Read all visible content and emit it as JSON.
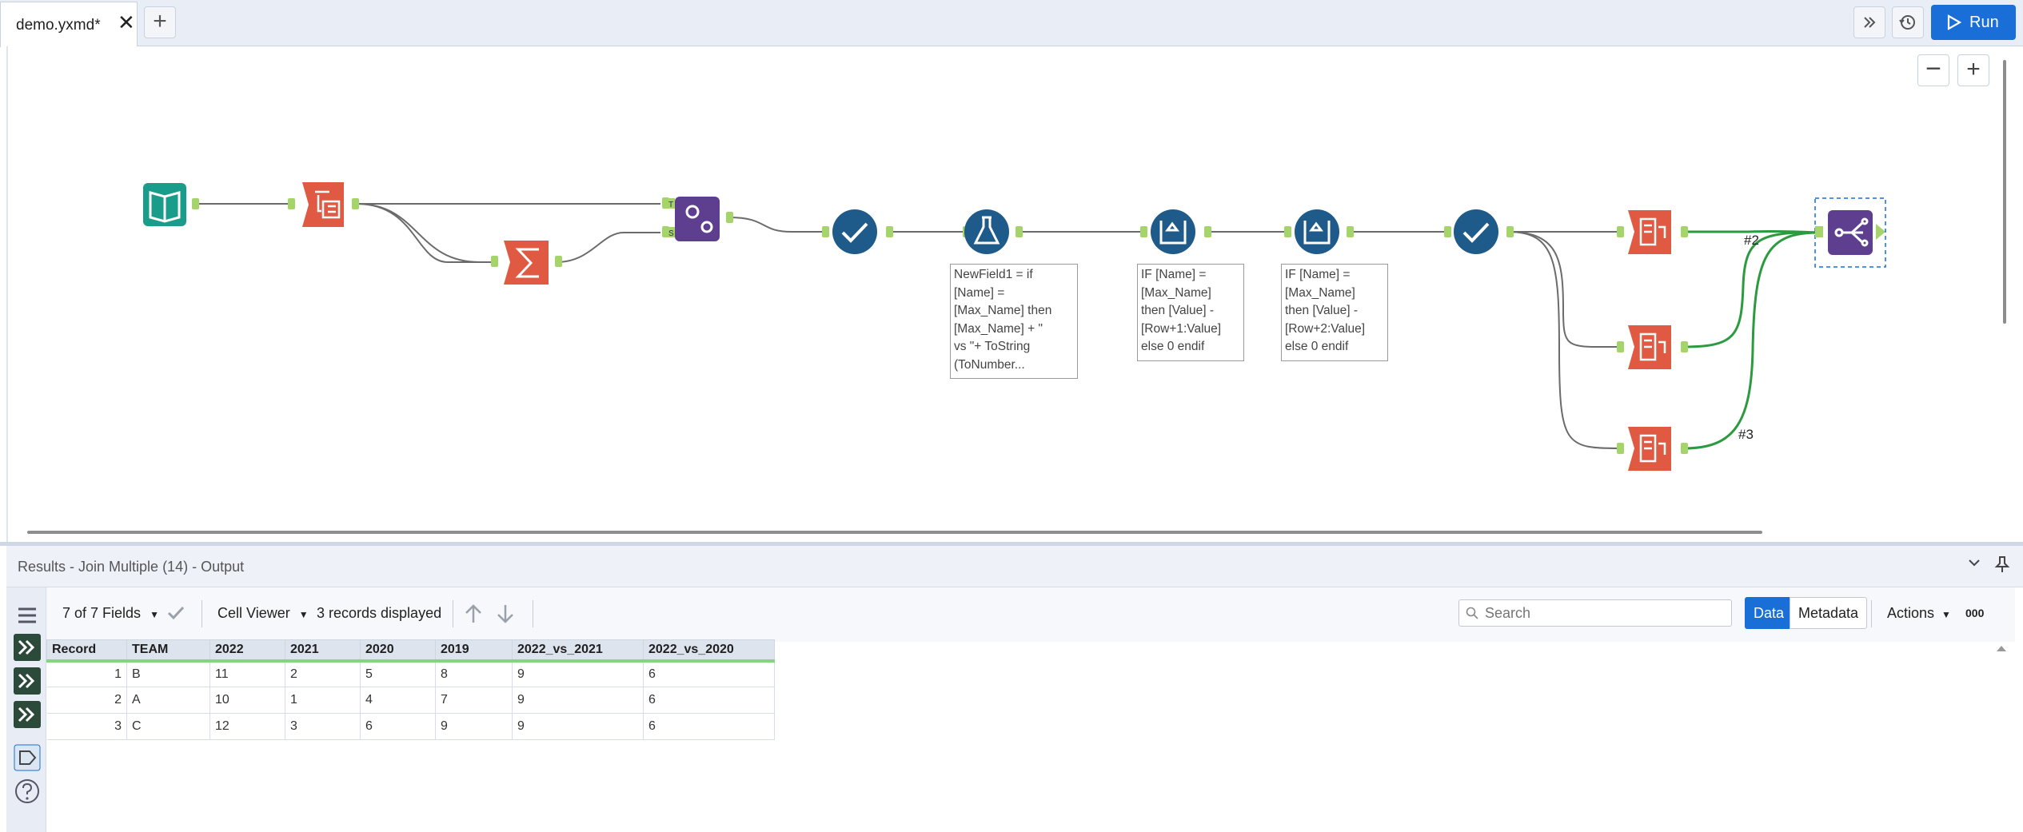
{
  "tab": {
    "title": "demo.yxmd*",
    "close": "✕",
    "new_tab": "+"
  },
  "toolbar": {
    "run_label": "Run"
  },
  "canvas": {
    "zoom_out": "−",
    "zoom_in": "+",
    "notes": [
      "NewField1 = if\n[Name] =\n[Max_Name] then\n[Max_Name] + \"\nvs \"+  ToString\n(ToNumber...",
      "IF [Name] =\n[Max_Name]\nthen [Value] -\n[Row+1:Value]\nelse 0 endif",
      "IF [Name] =\n[Max_Name]\nthen [Value] -\n[Row+2:Value]\nelse 0 endif"
    ],
    "join_labels": {
      "top": "#2",
      "bottom": "#3"
    },
    "tools": [
      {
        "name": "input-data-icon",
        "color": "#1a9c8b"
      },
      {
        "name": "transpose-icon",
        "color": "#e05a43"
      },
      {
        "name": "summarize-icon",
        "color": "#e05a43"
      },
      {
        "name": "append-fields-icon",
        "color": "#5e3f8f"
      },
      {
        "name": "select-icon",
        "color": "#1e5a8a"
      },
      {
        "name": "formula-icon",
        "color": "#1e5a8a"
      },
      {
        "name": "multi-row-formula-icon",
        "color": "#1e5a8a"
      },
      {
        "name": "crosstab-icon",
        "color": "#e05a43"
      },
      {
        "name": "join-multiple-icon",
        "color": "#5e3f8f"
      }
    ]
  },
  "results": {
    "title": "Results - Join Multiple (14) - Output",
    "fields_label": "7 of 7 Fields",
    "cell_viewer_label": "Cell Viewer",
    "records_label": "3 records displayed",
    "search_placeholder": "Search",
    "data_label": "Data",
    "metadata_label": "Metadata",
    "actions_label": "Actions",
    "decimal_label": "000",
    "columns": [
      "Record",
      "TEAM",
      "2022",
      "2021",
      "2020",
      "2019",
      "2022_vs_2021",
      "2022_vs_2020"
    ],
    "rows": [
      [
        "1",
        "B",
        "11",
        "2",
        "5",
        "8",
        "9",
        "6"
      ],
      [
        "2",
        "A",
        "10",
        "1",
        "4",
        "7",
        "9",
        "6"
      ],
      [
        "3",
        "C",
        "12",
        "3",
        "6",
        "9",
        "9",
        "6"
      ]
    ]
  }
}
